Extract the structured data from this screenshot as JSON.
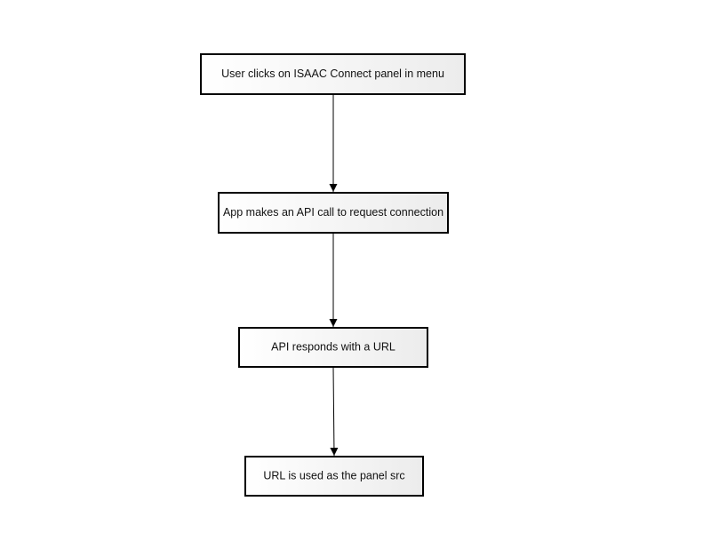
{
  "diagram": {
    "type": "flowchart",
    "direction": "top-to-bottom",
    "nodes": [
      {
        "label": "User clicks on ISAAC Connect panel in menu"
      },
      {
        "label": "App makes an API call to request connection"
      },
      {
        "label": "API responds with a URL"
      },
      {
        "label": "URL is used as the panel src"
      }
    ],
    "edges": [
      {
        "from": 0,
        "to": 1
      },
      {
        "from": 1,
        "to": 2
      },
      {
        "from": 2,
        "to": 3
      }
    ],
    "colors": {
      "node_border": "#000000",
      "node_fill_top": "#ffffff",
      "node_fill_bottom": "#ececec",
      "edge": "#000000",
      "text": "#111111"
    }
  }
}
